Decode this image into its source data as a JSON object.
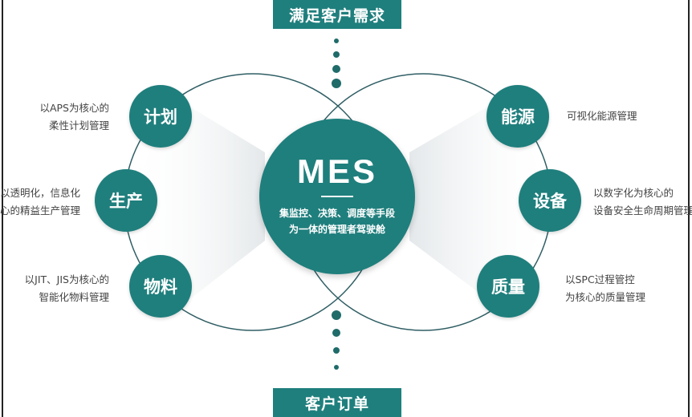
{
  "top_banner": "满足客户需求",
  "bottom_banner": "客户订单",
  "center": {
    "title": "MES",
    "subtitle_line1": "集监控、决策、调度等手段",
    "subtitle_line2": "为一体的管理者驾驶舱"
  },
  "left_nodes": [
    {
      "label": "计划",
      "desc1": "以APS为核心的",
      "desc2": "柔性计划管理"
    },
    {
      "label": "生产",
      "desc1": "以透明化，信息化",
      "desc2": "为核心的精益生产管理"
    },
    {
      "label": "物料",
      "desc1": "以JIT、JIS为核心的",
      "desc2": "智能化物料管理"
    }
  ],
  "right_nodes": [
    {
      "label": "能源",
      "desc1": "可视化能源管理",
      "desc2": ""
    },
    {
      "label": "设备",
      "desc1": "以数字化为核心的",
      "desc2": "设备安全生命周期管理"
    },
    {
      "label": "质量",
      "desc1": "以SPC过程管控",
      "desc2": "为核心的质量管理"
    }
  ],
  "colors": {
    "teal": "#1f7f7d",
    "line": "#2f5e64"
  }
}
